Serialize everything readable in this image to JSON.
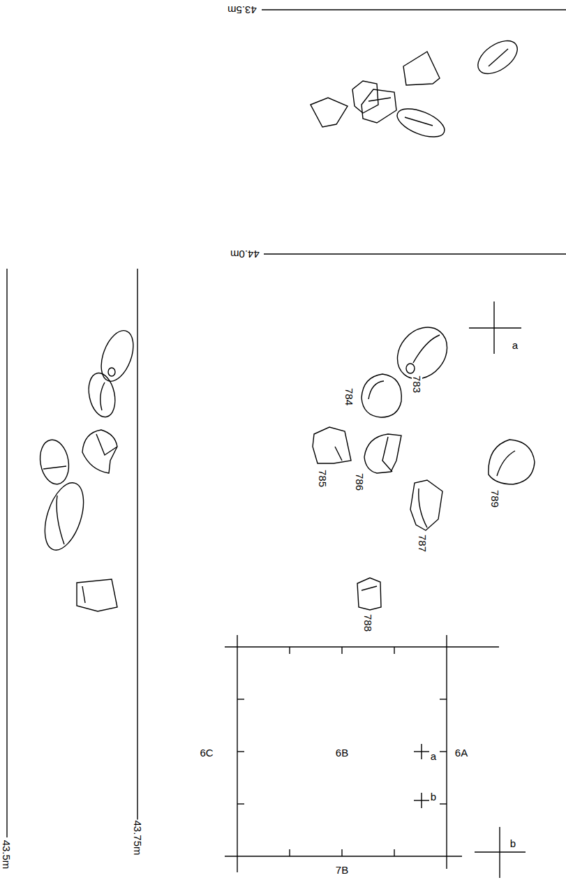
{
  "diagram": {
    "labels": [
      "43.5m",
      "44.0m",
      "a",
      "783",
      "784",
      "785",
      "786",
      "787",
      "788",
      "789",
      "43.5m",
      "43.75m",
      "6C",
      "6B",
      "6A",
      "a",
      "b",
      "7B",
      "b"
    ]
  }
}
